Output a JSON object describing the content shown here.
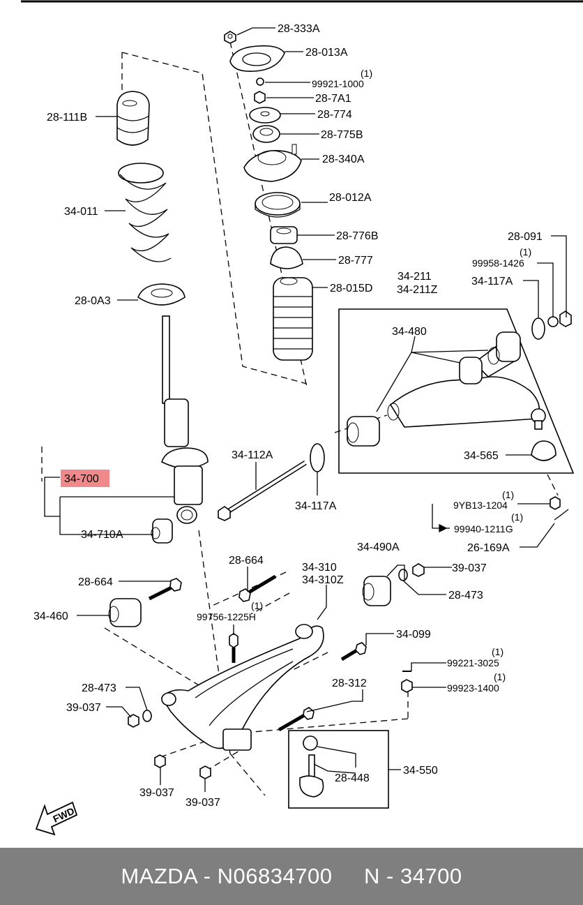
{
  "parts": {
    "p28_333A": "28-333A",
    "p28_013A": "28-013A",
    "p99921_1000_qty": "(1)",
    "p99921_1000": "99921-1000",
    "p28_7A1": "28-7A1",
    "p28_774": "28-774",
    "p28_775B": "28-775B",
    "p28_340A": "28-340A",
    "p28_012A": "28-012A",
    "p28_776B": "28-776B",
    "p28_777": "28-777",
    "p28_015D": "28-015D",
    "p28_111B": "28-111B",
    "p34_011": "34-011",
    "p28_0A3": "28-0A3",
    "p28_091": "28-091",
    "p99958_1426_qty": "(1)",
    "p99958_1426": "99958-1426",
    "p34_117A_top": "34-117A",
    "p34_211": "34-211",
    "p34_211Z": "34-211Z",
    "p34_480": "34-480",
    "p34_112A": "34-112A",
    "p34_565": "34-565",
    "p34_117A_bottom": "34-117A",
    "p34_700": "34-700",
    "p34_710A": "34-710A",
    "p9YB13_1204_qty": "(1)",
    "p9YB13_1204": "9YB13-1204",
    "p99940_1211G_qty": "(1)",
    "p99940_1211G": "99940-1211G",
    "p26_169A": "26-169A",
    "p34_490A": "34-490A",
    "p28_664_a": "28-664",
    "p28_664_b": "28-664",
    "p34_310": "34-310",
    "p34_310Z": "34-310Z",
    "p39_037_a": "39-037",
    "p28_473_a": "28-473",
    "p34_460": "34-460",
    "p99756_1225H_qty": "(1)",
    "p99756_1225H": "99756-1225H",
    "p34_099": "34-099",
    "p99221_3025_qty": "(1)",
    "p99221_3025": "99221-3025",
    "p99923_1400_qty": "(1)",
    "p99923_1400": "99923-1400",
    "p28_473_b": "28-473",
    "p28_312": "28-312",
    "p39_037_b": "39-037",
    "p34_550": "34-550",
    "p28_448": "28-448",
    "p39_037_c": "39-037",
    "p39_037_d": "39-037",
    "fwd": "FWD"
  },
  "highlight_color": "#f08a8a",
  "footer": {
    "text": "MAZDA - N06834700     N - 34700"
  }
}
